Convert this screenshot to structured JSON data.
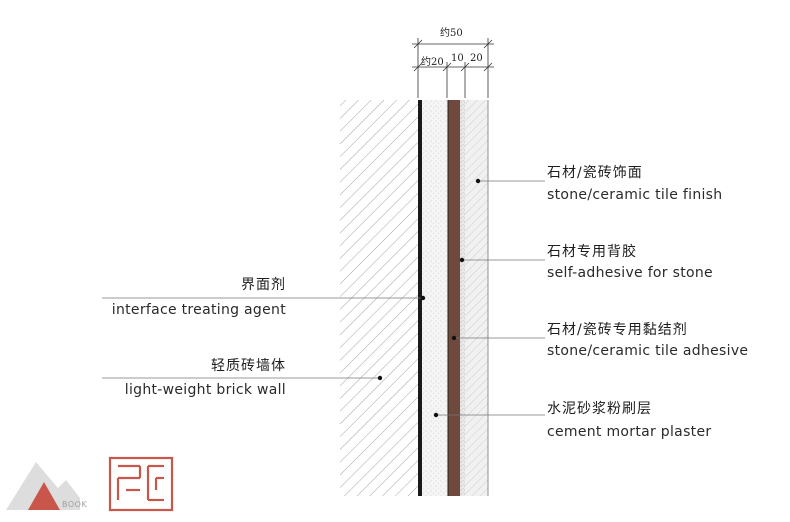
{
  "dimensions": {
    "total": "约50",
    "segments": [
      "约20",
      "10",
      "20"
    ]
  },
  "labels": {
    "stone_finish": {
      "zh": "石材/瓷砖饰面",
      "en": "stone/ceramic tile finish"
    },
    "self_adhesive": {
      "zh": "石材专用背胶",
      "en": "self-adhesive for stone"
    },
    "tile_adhesive": {
      "zh": "石材/瓷砖专用黏结剂",
      "en": "stone/ceramic tile adhesive"
    },
    "mortar": {
      "zh": "水泥砂浆粉刷层",
      "en": "cement mortar plaster"
    },
    "interface": {
      "zh": "界面剂",
      "en": "interface treating agent"
    },
    "brick_wall": {
      "zh": "轻质砖墙体",
      "en": "light-weight brick wall"
    }
  },
  "watermark": {
    "text": "BOOK"
  },
  "colors": {
    "hatch": "#9a9a9a",
    "adhesive_brown": "#6e4a3e",
    "leader": "#777777",
    "watermark_red": "#c0392b"
  }
}
